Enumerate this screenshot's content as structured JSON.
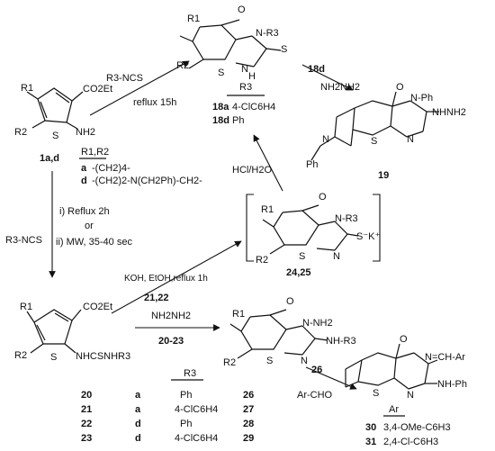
{
  "start": {
    "compound_id": "1a,d",
    "r1": "R1",
    "r2": "R2",
    "ester": "CO2Et",
    "amine": "NH2",
    "ring_atom": "S"
  },
  "substituents": {
    "header": "R1,R2",
    "row_a_key": "a",
    "row_a_val": "-(CH2)4-",
    "row_d_key": "d",
    "row_d_val": "-(CH2)2-N(CH2Ph)-CH2-"
  },
  "step_to_18": {
    "reagent": "R3-NCS",
    "condition": "reflux 15h"
  },
  "compound18": {
    "r1": "R1",
    "r2": "R2",
    "r3": "N-R3",
    "thioxo": "S",
    "oxo": "O",
    "nh": "H",
    "n_label": "N",
    "ring_atom": "S",
    "table_header": "R3",
    "row1_id": "18a",
    "row1_val": "4-ClC6H4",
    "row2_id": "18d",
    "row2_val": "Ph"
  },
  "step_to_19": {
    "source": "18d",
    "reagent": "NH2NH2"
  },
  "compound19": {
    "id": "19",
    "oxo": "O",
    "n_ph": "N-Ph",
    "hydrazino": "NHNH2",
    "ring_n": "N",
    "ring_atom": "S",
    "n_label": "N",
    "benzyl": "Ph"
  },
  "step_to_thiourea": {
    "reagent": "R3-NCS",
    "condition1": "i) Reflux 2h",
    "or": "or",
    "condition2": "ii) MW, 35-40 sec"
  },
  "thiourea": {
    "r1": "R1",
    "r2": "R2",
    "ester": "CO2Et",
    "substituent": "NHCSNHR3",
    "ring_atom": "S"
  },
  "step_to_salt": {
    "condition": "KOH, EtOH,reflux 1h",
    "sources": "21,22"
  },
  "salt": {
    "id": "24,25",
    "r1": "R1",
    "r2": "R2",
    "oxo": "O",
    "n_r3": "N-R3",
    "anion": "S⁻K⁺",
    "n_label": "N",
    "ring_atom": "S"
  },
  "step_salt_to_18": {
    "reagent": "HCl/H2O"
  },
  "step_to_amino": {
    "reagent": "NH2NH2",
    "sources": "20-23"
  },
  "amino_product": {
    "r1": "R1",
    "r2": "R2",
    "oxo": "O",
    "n_nh2": "N-NH2",
    "nh_r3": "NH-R3",
    "n_label": "N",
    "ring_atom": "S"
  },
  "step_to_30": {
    "source": "26",
    "reagent": "Ar-CHO"
  },
  "hydrazone": {
    "oxo": "O",
    "n_ch_ar": "N=CH-Ar",
    "nh_ph": "NH-Ph",
    "n_label": "N",
    "ring_atom": "S",
    "table_header": "Ar",
    "row1_id": "30",
    "row1_val": "3,4-OMe-C6H3",
    "row2_id": "31",
    "row2_val": "2,4-Cl-C6H3"
  },
  "bottom_table": {
    "header": "R3",
    "rows": [
      {
        "id": "20",
        "key": "a",
        "r3": "Ph",
        "product": "26"
      },
      {
        "id": "21",
        "key": "a",
        "r3": "4-ClC6H4",
        "product": "27"
      },
      {
        "id": "22",
        "key": "d",
        "r3": "Ph",
        "product": "28"
      },
      {
        "id": "23",
        "key": "d",
        "r3": "4-ClC6H4",
        "product": "29"
      }
    ]
  }
}
